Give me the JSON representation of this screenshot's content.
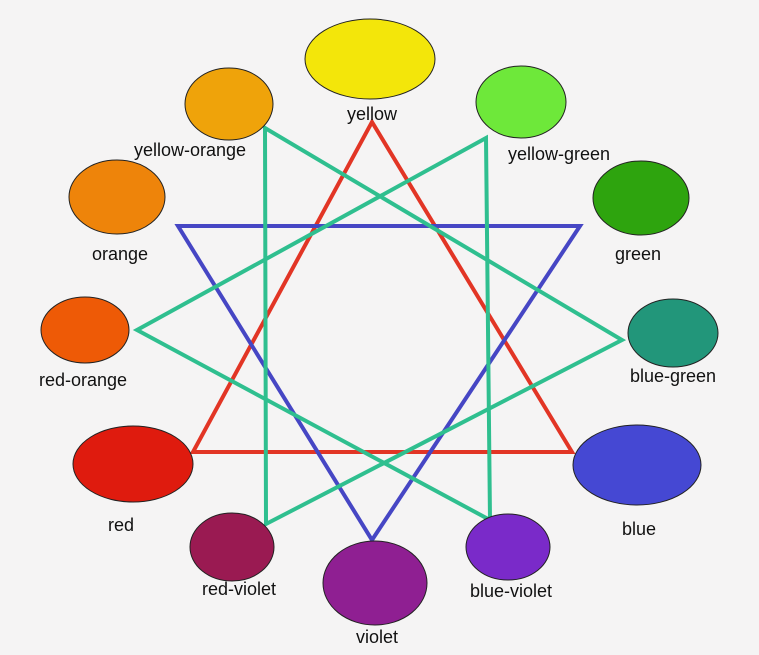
{
  "colors": [
    {
      "name": "yellow",
      "hex": "#f3e60a"
    },
    {
      "name": "yellow-green",
      "hex": "#6ee83a"
    },
    {
      "name": "green",
      "hex": "#2ea40e"
    },
    {
      "name": "blue-green",
      "hex": "#22967a"
    },
    {
      "name": "blue",
      "hex": "#4548d3"
    },
    {
      "name": "blue-violet",
      "hex": "#7a2ac9"
    },
    {
      "name": "violet",
      "hex": "#8f1f92"
    },
    {
      "name": "red-violet",
      "hex": "#9a1a52"
    },
    {
      "name": "red",
      "hex": "#df1b0e"
    },
    {
      "name": "red-orange",
      "hex": "#ee5a06"
    },
    {
      "name": "orange",
      "hex": "#ee840a"
    },
    {
      "name": "yellow-orange",
      "hex": "#efa30a"
    }
  ],
  "triangles": [
    {
      "id": "primary",
      "color": "#e23525",
      "vertices": [
        "yellow",
        "blue",
        "red"
      ]
    },
    {
      "id": "secondary",
      "color": "#4646c4",
      "vertices": [
        "orange",
        "green",
        "violet"
      ]
    },
    {
      "id": "tertiary-a",
      "color": "#2fbf8f",
      "vertices": [
        "yellow-green",
        "blue-violet",
        "red-orange"
      ]
    },
    {
      "id": "tertiary-b",
      "color": "#2fbf8f",
      "vertices": [
        "yellow-orange",
        "blue-green",
        "red-violet"
      ]
    }
  ]
}
